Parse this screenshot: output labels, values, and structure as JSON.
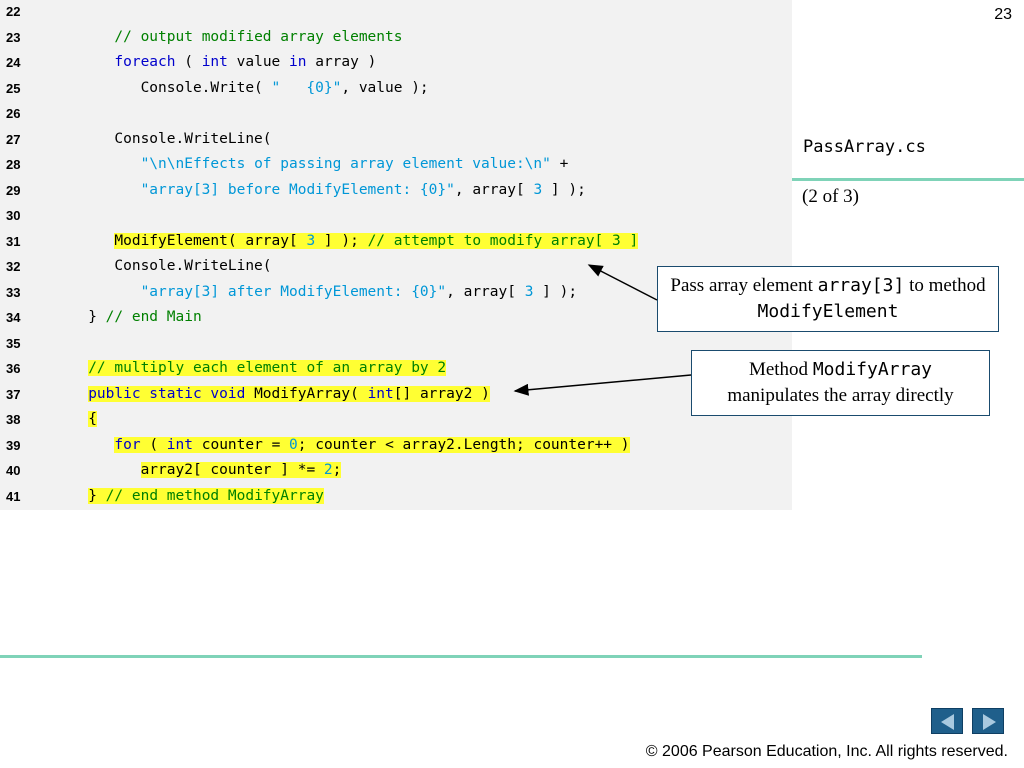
{
  "page_number": "23",
  "file_name": "PassArray.cs",
  "page_progress": "(2 of 3)",
  "code_lines": [
    {
      "num": "22",
      "tokens": []
    },
    {
      "num": "23",
      "tokens": [
        {
          "t": "      "
        },
        {
          "t": "// output modified array elements",
          "c": "cm"
        }
      ]
    },
    {
      "num": "24",
      "tokens": [
        {
          "t": "      "
        },
        {
          "t": "foreach",
          "c": "kw"
        },
        {
          "t": " ( "
        },
        {
          "t": "int",
          "c": "kw"
        },
        {
          "t": " value "
        },
        {
          "t": "in",
          "c": "kw"
        },
        {
          "t": " array )"
        }
      ]
    },
    {
      "num": "25",
      "tokens": [
        {
          "t": "         Console.Write( "
        },
        {
          "t": "\"   {0}\"",
          "c": "str"
        },
        {
          "t": ", value );"
        }
      ]
    },
    {
      "num": "26",
      "tokens": []
    },
    {
      "num": "27",
      "tokens": [
        {
          "t": "      Console.WriteLine("
        }
      ]
    },
    {
      "num": "28",
      "tokens": [
        {
          "t": "         "
        },
        {
          "t": "\"\\n\\nEffects of passing array element value:\\n\"",
          "c": "str"
        },
        {
          "t": " +"
        }
      ]
    },
    {
      "num": "29",
      "tokens": [
        {
          "t": "         "
        },
        {
          "t": "\"array[3] before ModifyElement: {0}\"",
          "c": "str"
        },
        {
          "t": ", array[ "
        },
        {
          "t": "3",
          "c": "num"
        },
        {
          "t": " ] );"
        }
      ]
    },
    {
      "num": "30",
      "tokens": []
    },
    {
      "num": "31",
      "tokens": [
        {
          "t": "      "
        },
        {
          "t": "ModifyElement( array[ ",
          "h": true
        },
        {
          "t": "3",
          "c": "num",
          "h": true
        },
        {
          "t": " ] ); ",
          "h": true
        },
        {
          "t": "// attempt to modify array[ 3 ]",
          "c": "cm",
          "h": true
        }
      ]
    },
    {
      "num": "32",
      "tokens": [
        {
          "t": "      Console.WriteLine("
        }
      ]
    },
    {
      "num": "33",
      "tokens": [
        {
          "t": "         "
        },
        {
          "t": "\"array[3] after ModifyElement: {0}\"",
          "c": "str"
        },
        {
          "t": ", array[ "
        },
        {
          "t": "3",
          "c": "num"
        },
        {
          "t": " ] );"
        }
      ]
    },
    {
      "num": "34",
      "tokens": [
        {
          "t": "   } "
        },
        {
          "t": "// end Main",
          "c": "cm"
        }
      ]
    },
    {
      "num": "35",
      "tokens": []
    },
    {
      "num": "36",
      "tokens": [
        {
          "t": "   "
        },
        {
          "t": "// multiply each element of an array by 2",
          "c": "cm",
          "h": true
        }
      ]
    },
    {
      "num": "37",
      "tokens": [
        {
          "t": "   "
        },
        {
          "t": "public static void",
          "c": "kw",
          "h": true
        },
        {
          "t": " ModifyArray( ",
          "h": true
        },
        {
          "t": "int",
          "c": "kw",
          "h": true
        },
        {
          "t": "[] array2 )",
          "h": true
        }
      ]
    },
    {
      "num": "38",
      "tokens": [
        {
          "t": "   "
        },
        {
          "t": "{",
          "h": true
        }
      ]
    },
    {
      "num": "39",
      "tokens": [
        {
          "t": "      "
        },
        {
          "t": "for",
          "c": "kw",
          "h": true
        },
        {
          "t": " ( ",
          "h": true
        },
        {
          "t": "int",
          "c": "kw",
          "h": true
        },
        {
          "t": " counter = ",
          "h": true
        },
        {
          "t": "0",
          "c": "num",
          "h": true
        },
        {
          "t": "; counter < array2.Length; counter++ )",
          "h": true
        }
      ]
    },
    {
      "num": "40",
      "tokens": [
        {
          "t": "         "
        },
        {
          "t": "array2[ counter ] *= ",
          "h": true
        },
        {
          "t": "2",
          "c": "num",
          "h": true
        },
        {
          "t": ";",
          "h": true
        }
      ]
    },
    {
      "num": "41",
      "tokens": [
        {
          "t": "   "
        },
        {
          "t": "} ",
          "h": true
        },
        {
          "t": "// end method ModifyArray",
          "c": "cm",
          "h": true
        }
      ]
    }
  ],
  "callouts": {
    "modify_element": {
      "text_before": "Pass array element ",
      "code1": "array[3]",
      "text_middle": " to method ",
      "code2": "ModifyElement"
    },
    "modify_array": {
      "text_before": "Method ",
      "code1": "ModifyArray",
      "text_after": "manipulates the array directly"
    }
  },
  "nav": {
    "prev_icon": "triangle-left-icon",
    "next_icon": "triangle-right-icon"
  },
  "copyright": "© 2006 Pearson Education, Inc.  All rights reserved.",
  "colors": {
    "keyword": "#0000cc",
    "comment": "#008000",
    "string": "#0097d7",
    "highlight": "#ffff33",
    "rule": "#7fd3b8",
    "nav_button": "#1f5f8b"
  }
}
